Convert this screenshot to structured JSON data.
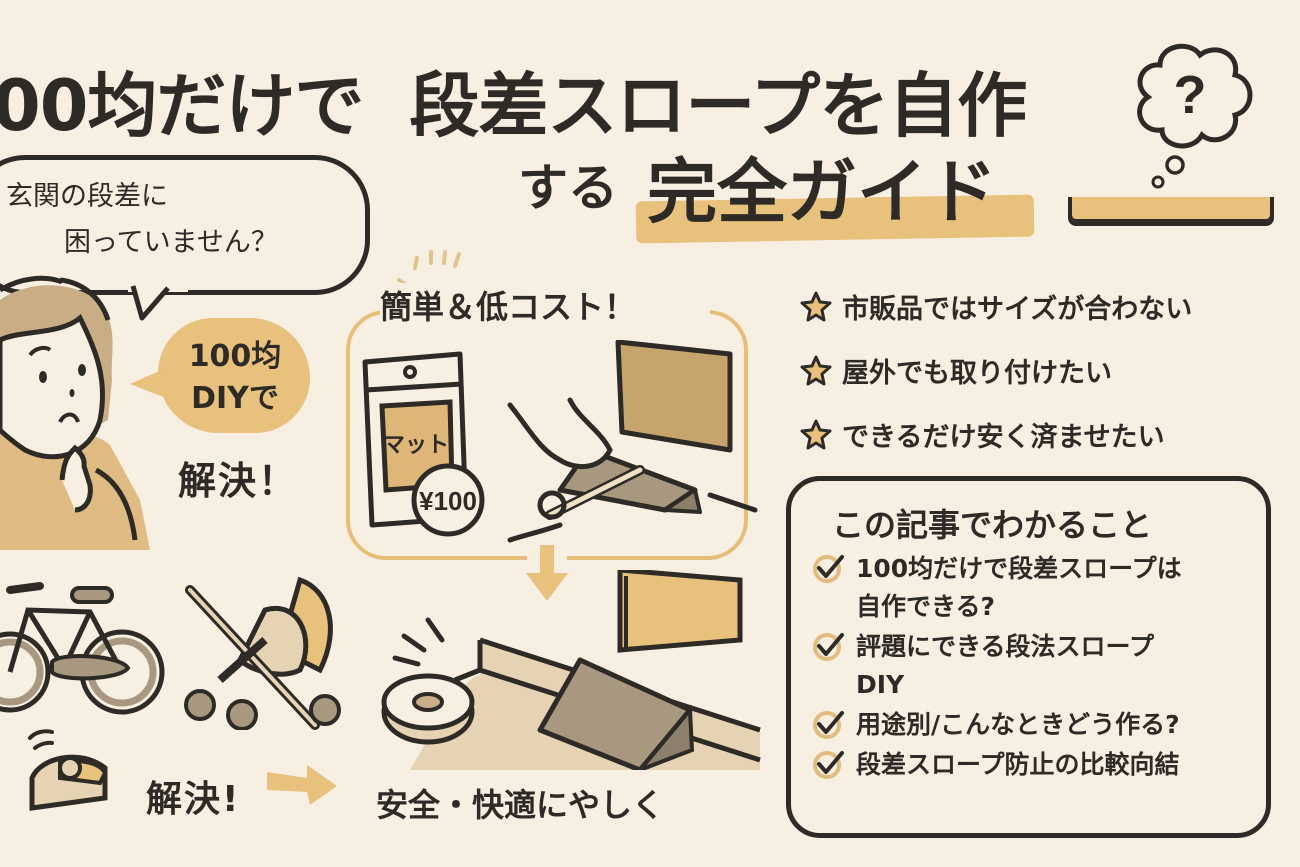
{
  "title": {
    "line1_part1": "00均だけで",
    "line1_part2": "段差スロープを自作",
    "line2_part1": "する",
    "line2_part2": "完全ガイド",
    "thought_icon": "question-thought-cloud"
  },
  "speech_bubble": {
    "line1": "玄関の段差に",
    "line2": "困っていません？"
  },
  "answer_bubble": {
    "line1": "100均",
    "line2": "DIYで"
  },
  "solve_label_1": "解決！",
  "solve_label_2": "解決!",
  "panel": {
    "title": "簡単＆低コスト！",
    "package_label": "マット",
    "price_tag": "¥100"
  },
  "result_caption": "安全・快適にやしく",
  "star_points": [
    {
      "icon": "star-icon",
      "text": "市販品ではサイズが合わない"
    },
    {
      "icon": "star-icon",
      "text": "屋外でも取り付けたい"
    },
    {
      "icon": "star-icon",
      "text": "できるだけ安く済ませたい"
    }
  ],
  "summary_box": {
    "title": "この記事でわかること",
    "items": [
      {
        "icon": "check-icon",
        "text": "100均だけで段差スロープは\n自作できる?"
      },
      {
        "icon": "check-icon",
        "text": "評題にできる段法スロープ\nDIY"
      },
      {
        "icon": "check-icon",
        "text": "用途別/こんなときどう作る?"
      },
      {
        "icon": "check-icon",
        "text": "段差スロープ防止の比較向結"
      }
    ]
  },
  "colors": {
    "background": "#f8efe3",
    "ink": "#2e2b27",
    "accent": "#e8c17c",
    "mat_brown": "#a89880",
    "hair": "#c9ad85"
  }
}
